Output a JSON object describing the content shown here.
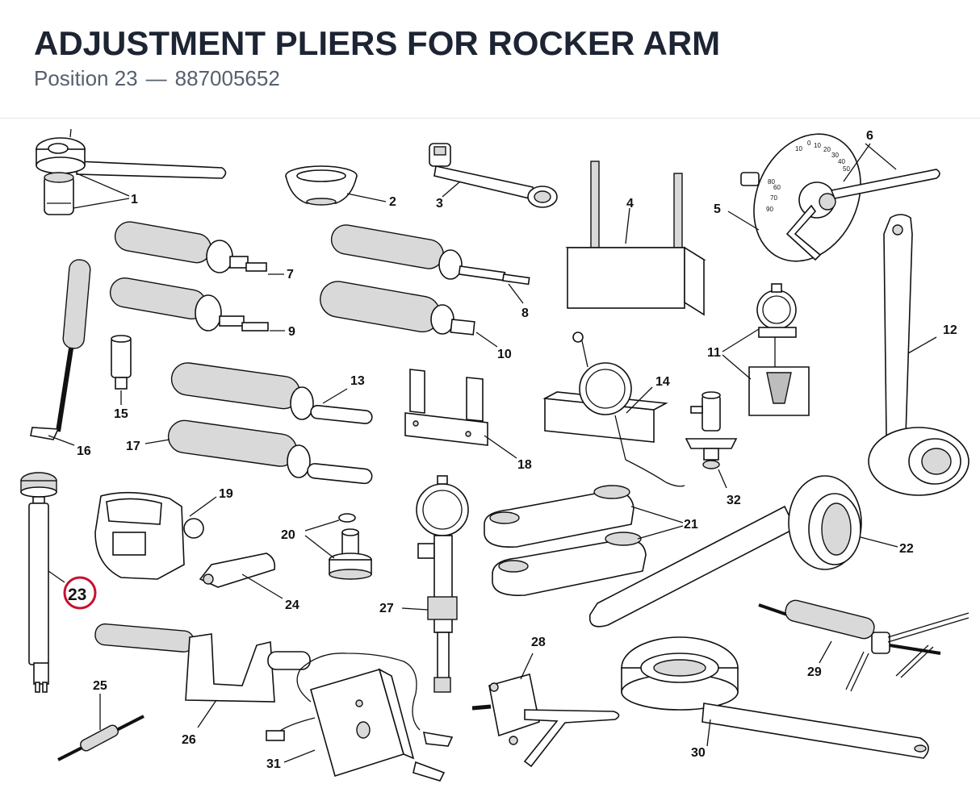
{
  "header": {
    "title": "ADJUSTMENT PLIERS FOR ROCKER ARM",
    "position_label": "Position 23",
    "separator": "—",
    "part_number": "887005652"
  },
  "highlight": {
    "callout": "23",
    "color": "#c8102e"
  },
  "callouts": {
    "c1": "1",
    "c2": "2",
    "c3": "3",
    "c4": "4",
    "c5": "5",
    "c6": "6",
    "c7": "7",
    "c8": "8",
    "c9": "9",
    "c10": "10",
    "c11": "11",
    "c12": "12",
    "c13": "13",
    "c14": "14",
    "c15": "15",
    "c16": "16",
    "c17": "17",
    "c18": "18",
    "c19": "19",
    "c20": "20",
    "c21": "21",
    "c22": "22",
    "c24": "24",
    "c25": "25",
    "c26": "26",
    "c27": "27",
    "c28": "28",
    "c29": "29",
    "c30": "30",
    "c31": "31",
    "c32": "32"
  },
  "dial_scale": [
    "10",
    "0",
    "10",
    "20",
    "30",
    "40",
    "50",
    "60",
    "70",
    "80",
    "90"
  ]
}
